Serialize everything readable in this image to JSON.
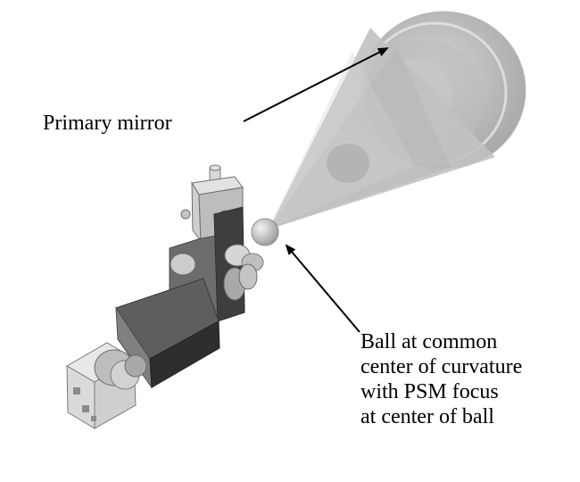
{
  "labels": {
    "primary_mirror": "Primary mirror",
    "ball_lines": [
      "Ball at common",
      "center of curvature",
      "with PSM focus",
      "at center of ball"
    ]
  }
}
